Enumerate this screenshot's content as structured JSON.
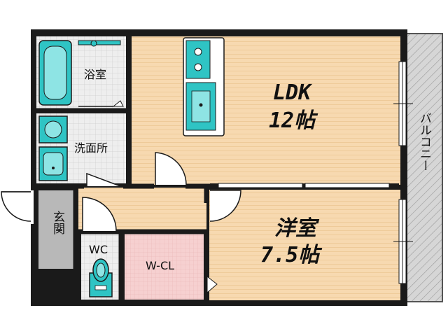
{
  "rooms": {
    "ldk_name": "LDK",
    "ldk_size": "12帖",
    "western_name": "洋室",
    "western_size": "7.5帖",
    "bath": "浴室",
    "washroom": "洗面所",
    "entrance": "玄関",
    "wc": "WC",
    "walk_in_closet": "W-CL",
    "balcony": "バルコニー"
  },
  "colors": {
    "floor_wood": "#f7d9b0",
    "wall": "#1a1a1a",
    "fixture": "#2fc4c4",
    "closet": "#f6d0d0",
    "entrance": "#b8b8b8",
    "balcony": "#d4d4d4",
    "wet_floor": "#e8e8e8"
  }
}
